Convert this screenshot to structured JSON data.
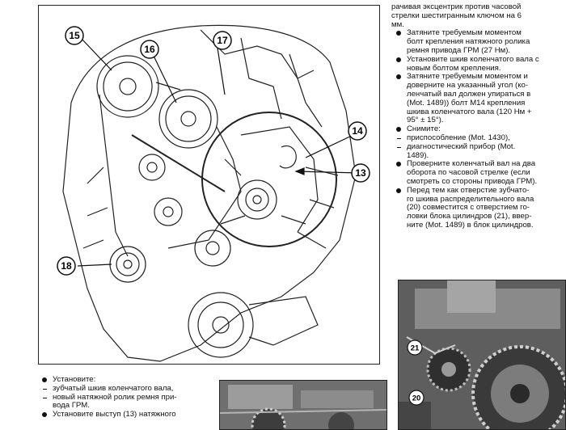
{
  "figure_main": {
    "callouts": [
      "15",
      "16",
      "17",
      "14",
      "13",
      "18"
    ]
  },
  "right_column": {
    "intro_lines": [
      "рачивая эксцентрик против часовой",
      "стрелки шестигранным ключом на 6",
      "мм."
    ],
    "items": [
      {
        "type": "bullet",
        "lines": [
          "Затяните требуемым моментом",
          "болт крепления натяжного ролика",
          "ремня привода ГРМ (27 Нм)."
        ]
      },
      {
        "type": "bullet",
        "lines": [
          "Установите шкив коленчатого вала с",
          "новым болтом крепления."
        ]
      },
      {
        "type": "bullet",
        "lines": [
          "Затяните требуемым моментом и",
          "доверните на указанный угол (ко-",
          "ленчатый вал должен упираться в",
          "(Mot. 1489)) болт М14 крепления",
          "шкива коленчатого вала (120 Нм +",
          "95° ± 15°)."
        ]
      },
      {
        "type": "bullet",
        "lines": [
          "Снимите:"
        ]
      },
      {
        "type": "dash",
        "lines": [
          "приспособление (Mot. 1430),"
        ]
      },
      {
        "type": "dash",
        "lines": [
          "диагностический прибор (Mot.",
          "1489)."
        ]
      },
      {
        "type": "bullet",
        "lines": [
          "Проверните коленчатый вал на два",
          "оборота по часовой стрелке (если",
          "смотреть со стороны привода ГРМ)."
        ]
      },
      {
        "type": "bullet",
        "lines": [
          "Перед тем как отверстие зубчато-",
          "го шкива распределительного вала",
          "(20) совместится с отверстием го-",
          "ловки блока цилиндров (21), ввер-",
          "ните (Mot. 1489) в блок цилиндров."
        ]
      }
    ]
  },
  "left_column": {
    "items": [
      {
        "type": "bullet",
        "lines": [
          "Установите:"
        ]
      },
      {
        "type": "dash",
        "lines": [
          "зубчатый шкив коленчатого вала,"
        ]
      },
      {
        "type": "dash",
        "lines": [
          "новый натяжной ролик ремня при-",
          "вода ГРМ."
        ]
      },
      {
        "type": "bullet",
        "lines": [
          "Установите выступ (13) натяжного"
        ]
      }
    ]
  },
  "photo_right": {
    "callouts": [
      "21",
      "20"
    ]
  }
}
